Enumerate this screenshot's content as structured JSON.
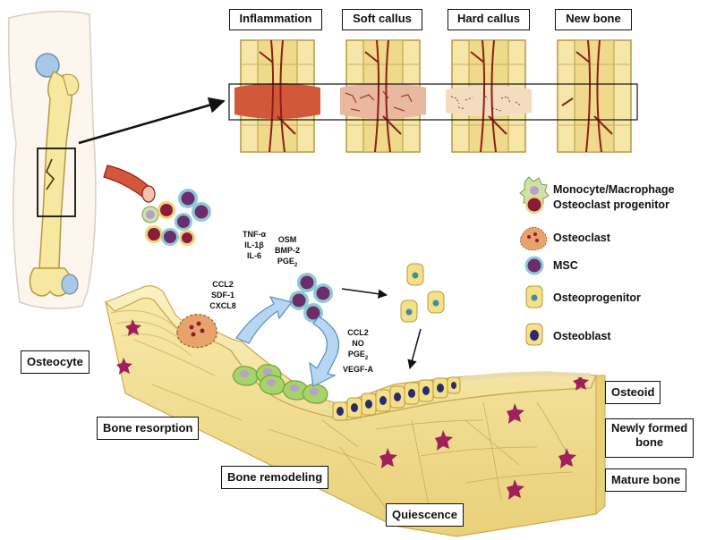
{
  "stages": [
    "Inflammation",
    "Soft callus",
    "Hard callus",
    "New bone"
  ],
  "legend": [
    {
      "label": "Monocyte/Macrophage",
      "icon": "monocyte-macrophage-icon"
    },
    {
      "label": "Osteoclast progenitor",
      "icon": "osteoclast-progenitor-icon"
    },
    {
      "label": "Osteoclast",
      "icon": "osteoclast-icon"
    },
    {
      "label": "MSC",
      "icon": "msc-icon"
    },
    {
      "label": "Osteoprogenitor",
      "icon": "osteoprogenitor-icon"
    },
    {
      "label": "Osteoblast",
      "icon": "osteoblast-icon"
    }
  ],
  "molecules": {
    "group_a": [
      "TNF-α",
      "IL-1β",
      "IL-6"
    ],
    "group_b": [
      "OSM",
      "BMP-2",
      "PGE2"
    ],
    "group_c": [
      "CCL2",
      "SDF-1",
      "CXCL8"
    ],
    "group_d": [
      "CCL2",
      "NO",
      "PGE2",
      "VEGF-A"
    ]
  },
  "labels": {
    "osteocyte": "Osteocyte",
    "bone_resorption": "Bone resorption",
    "bone_remodeling": "Bone remodeling",
    "quiescence": "Quiescence",
    "osteoid": "Osteoid",
    "newly_formed_bone_1": "Newly formed",
    "newly_formed_bone_2": "bone",
    "mature_bone": "Mature bone"
  },
  "colors": {
    "bone_beige": "#f6e8b0",
    "bone_outline": "#c9a94c",
    "vessel_red": "#a0261e",
    "marrow_red": "#c8553d",
    "msc_purple": "#6b2d6b",
    "msc_ring": "#8fc9d6",
    "osteoclast_orange": "#e8a36a",
    "monocyte_green": "#a6d36a",
    "osteoprogenitor_yellow": "#f5e08a",
    "osteoblast_nucleus": "#2b2a6b",
    "osteocyte_magenta": "#a0205a"
  }
}
